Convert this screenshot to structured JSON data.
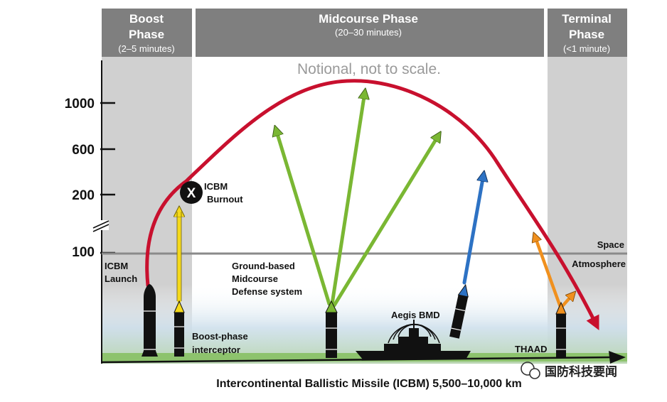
{
  "phases": {
    "boost": {
      "title_line1": "Boost",
      "title_line2": "Phase",
      "duration": "(2–5 minutes)"
    },
    "midcourse": {
      "title": "Midcourse Phase",
      "duration": "(20–30 minutes)"
    },
    "terminal": {
      "title_line1": "Terminal",
      "title_line2": "Phase",
      "duration": "(<1 minute)"
    }
  },
  "note": "Notional, not to scale.",
  "y_axis_ticks": [
    "1000",
    "600",
    "200",
    "100"
  ],
  "labels": {
    "burnout_line1": "ICBM",
    "burnout_line2": "Burnout",
    "burnout_marker": "X",
    "launch_line1": "ICBM",
    "launch_line2": "Launch",
    "gmd_line1": "Ground-based",
    "gmd_line2": "Midcourse",
    "gmd_line3": "Defense system",
    "aegis": "Aegis BMD",
    "boost_interceptor_line1": "Boost-phase",
    "boost_interceptor_line2": "interceptor",
    "thaad": "THAAD",
    "space": "Space",
    "atmosphere": "Atmosphere"
  },
  "x_axis_title": "Intercontinental Ballistic Missile (ICBM) 5,500–10,000 km",
  "watermark": "国防科技要闻",
  "colors": {
    "trajectory": "#c8102e",
    "gmd_arrow": "#7ab733",
    "aegis_arrow": "#2d72c4",
    "thaad_arrow": "#f0901e",
    "boost_arrow": "#f5d91a",
    "phase_header": "#7f7f7f",
    "phase_band": "#d0d0d0"
  }
}
